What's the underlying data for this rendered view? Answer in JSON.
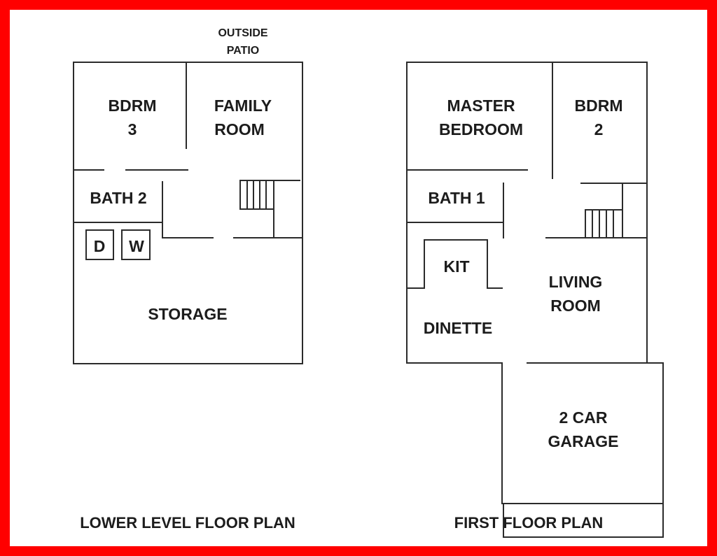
{
  "frame_color": "#ff0000",
  "lower_level": {
    "title": "LOWER LEVEL FLOOR PLAN",
    "outside_label_1": "OUTSIDE",
    "outside_label_2": "PATIO",
    "bdrm3_1": "BDRM",
    "bdrm3_2": "3",
    "family_1": "FAMILY",
    "family_2": "ROOM",
    "bath2": "BATH 2",
    "dryer": "D",
    "washer": "W",
    "storage": "STORAGE"
  },
  "first_floor": {
    "title": "FIRST FLOOR PLAN",
    "master_1": "MASTER",
    "master_2": "BEDROOM",
    "bdrm2_1": "BDRM",
    "bdrm2_2": "2",
    "bath1": "BATH 1",
    "kit": "KIT",
    "living_1": "LIVING",
    "living_2": "ROOM",
    "dinette": "DINETTE",
    "garage_1": "2 CAR",
    "garage_2": "GARAGE"
  }
}
